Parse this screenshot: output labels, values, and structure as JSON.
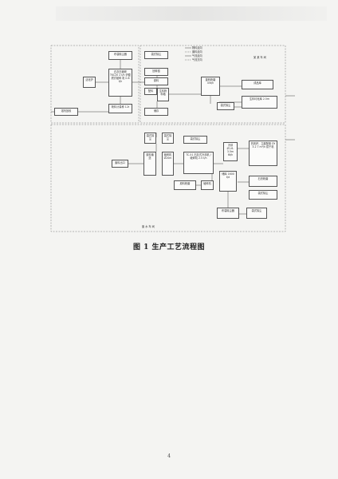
{
  "caption": "图 1  生产工艺流程图",
  "page_number": "4",
  "diagram": {
    "legend": [
      "物料走向",
      "废料走向",
      "气流走向",
      "气流方向"
    ],
    "zone_labels": [
      "某 某 车 间",
      "废 水 车 间"
    ],
    "boxes": {
      "b1": "布袋除尘器",
      "b2": "溶剂回收",
      "b3": "活化炉",
      "b4": "石灰石破碎 TKC20 2 t/h 炉膛燃式破碎 机 0.8 t/h",
      "b5": "粉料计量称 12t",
      "b6": "回转窑",
      "b7": "原料",
      "b8": "配料",
      "b9": "储存",
      "b10": "生料粉料箱",
      "b11": "旋转粉磨 45t/h",
      "b12": "成品库",
      "b13": "生料均化库 2.5m",
      "b14": "袋式除尘",
      "b15": "袋式除尘",
      "b16": "袋式除尘",
      "b17": "袋式除尘",
      "b18": "袋式除尘",
      "b19": "废料出口",
      "b20": "袋式除尘",
      "b21": "原料输送",
      "b22": "破碎机 Ø20m",
      "b23": "TC-51 石灰式冷却机 / 破碎机 2.5 t/h",
      "b24": "冷却 Ø1.6-3.5m 6t/h",
      "b25": "热风炉、立磨配置 DY 3.2 7 m³/h 烘干机",
      "b26": "原料粉磨",
      "b27": "破碎机",
      "b28": "储库 1600 t/d",
      "b29": "石膏粉磨",
      "b30": "布袋除尘器",
      "b31": "袋式除尘"
    }
  }
}
